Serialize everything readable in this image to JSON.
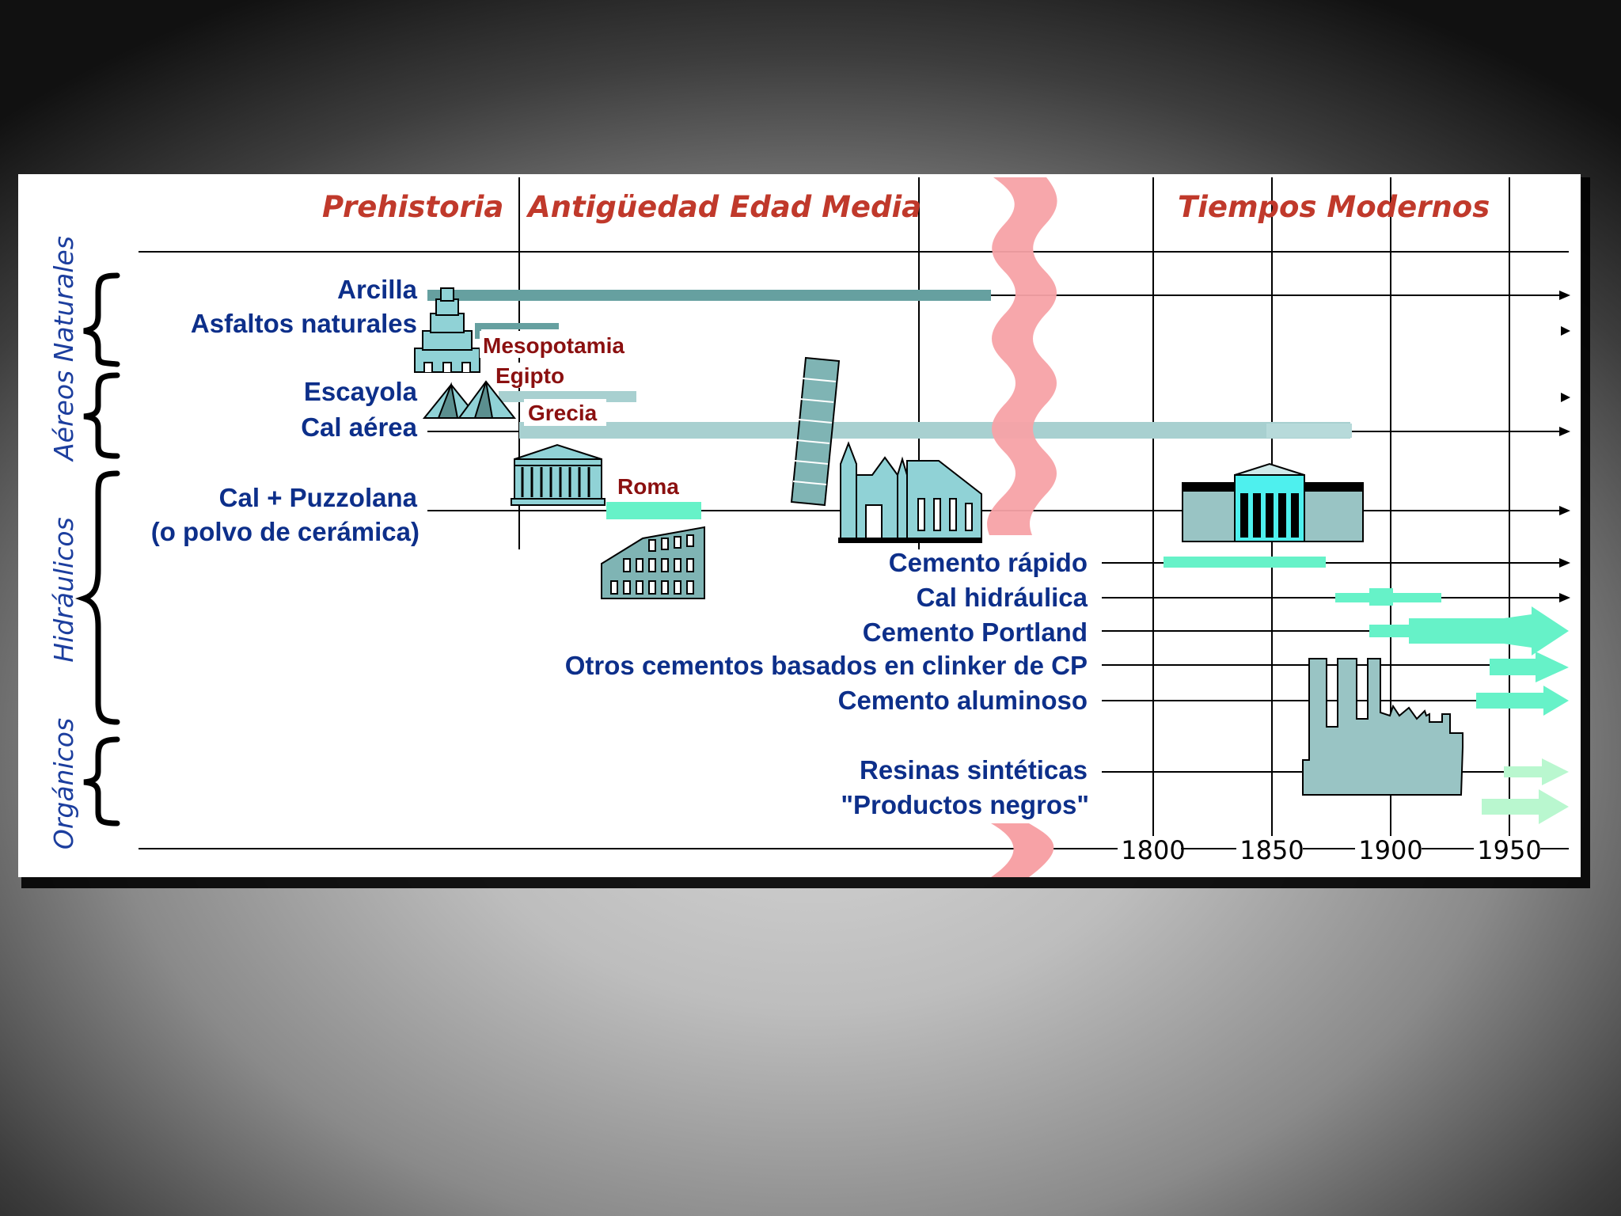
{
  "colors": {
    "background": "#ffffff",
    "era_text": "#c0392b",
    "label_text": "#0d2f8a",
    "civilization_text": "#8b1010",
    "group_text": "#1c3e9e",
    "ancient_bar": "#66a0a0",
    "light_bar": "#a8d0d0",
    "modern_bar": "#66f2c8",
    "resin_bar": "#b9f7cf",
    "wave": "#f7a2a6",
    "monument_fill": "#90d2d6",
    "monument_bright": "#4ef0ee"
  },
  "eras": {
    "prehistoria": "Prehistoria",
    "antiguedad": "Antigüedad",
    "edad_media": "Edad Media",
    "tiempos_modernos": "Tiempos Modernos"
  },
  "groups": {
    "aereos_naturales": "Aéreos Naturales",
    "hidraulicos": "Hidráulicos",
    "organicos": "Orgánicos"
  },
  "materials": {
    "arcilla": "Arcilla",
    "asfaltos": "Asfaltos naturales",
    "escayola": "Escayola",
    "cal_aerea": "Cal aérea",
    "cal_puzzolana": "Cal + Puzzolana",
    "polvo_ceramica": "(o polvo de cerámica)",
    "cemento_rapido": "Cemento rápido",
    "cal_hidraulica": "Cal hidráulica",
    "cemento_portland": "Cemento Portland",
    "otros_cementos": "Otros cementos basados en clinker de CP",
    "cemento_aluminoso": "Cemento aluminoso",
    "resinas": "Resinas sintéticas",
    "productos_negros": "\"Productos negros\""
  },
  "civilizations": {
    "mesopotamia": "Mesopotamia",
    "egipto": "Egipto",
    "grecia": "Grecia",
    "roma": "Roma"
  },
  "timeline": {
    "years": [
      "1800",
      "1850",
      "1900",
      "1950"
    ]
  },
  "icons": {
    "ziggurat": "ziggurat-icon",
    "pyramids": "pyramids-icon",
    "greek_temple": "greek-temple-icon",
    "colosseum": "colosseum-icon",
    "leaning_tower": "leaning-tower-icon",
    "cathedral": "cathedral-icon",
    "neoclassical_building": "neoclassical-building-icon",
    "skyline": "city-skyline-icon"
  }
}
